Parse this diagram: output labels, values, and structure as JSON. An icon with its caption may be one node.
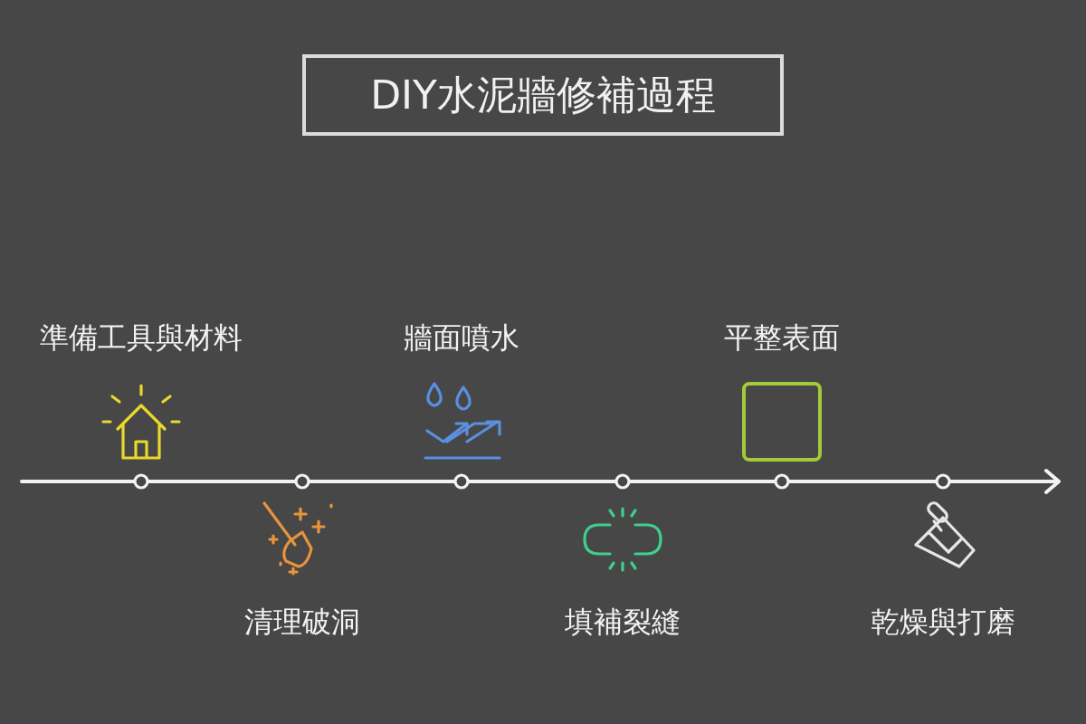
{
  "diagram": {
    "title": "DIY水泥牆修補過程",
    "labels": [
      "準備工具與材料",
      "清理破洞",
      "牆面噴水",
      "填補裂縫",
      "平整表面",
      "乾燥與打磨"
    ]
  }
}
